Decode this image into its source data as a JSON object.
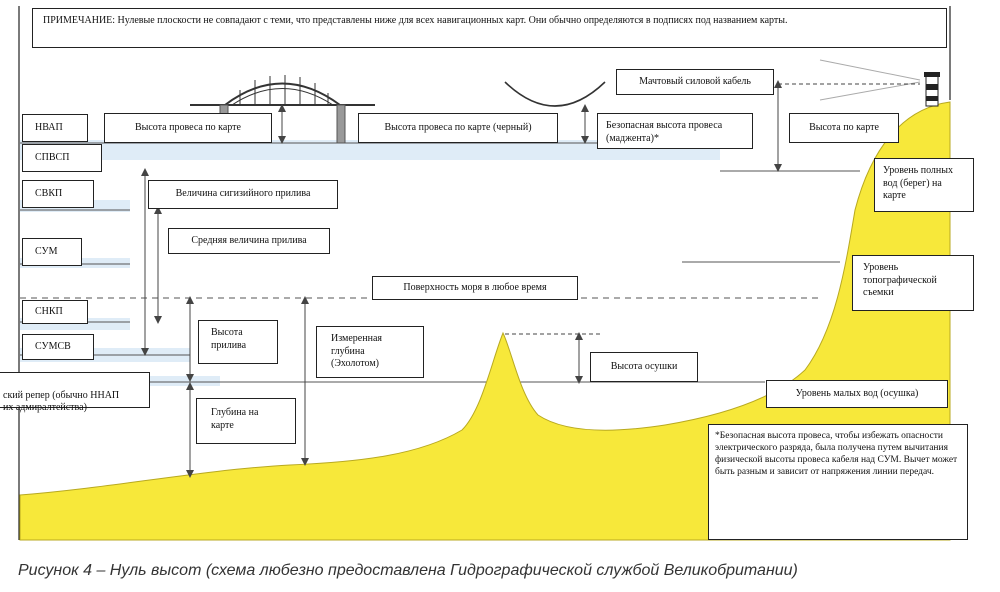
{
  "note": "ПРИМЕЧАНИЕ: Нулевые плоскости не совпадают с теми, что представлены ниже для всех навигационных карт. Они обычно определяются в подписях под названием карты.",
  "levels": {
    "hat": "НВАП",
    "mhws": "СПВСП",
    "mhwn": "СВКП",
    "msl": "СУМ",
    "mlwn": "СНКП",
    "mlws": "СУМСВ",
    "chart_datum": "ский репер (обычно ННАП\nих адмиралтейства)"
  },
  "labels": {
    "clearance_chart": "Высота провеса по карте",
    "clearance_chart_black": "Высота провеса по карте (черный)",
    "power_cable": "Мачтовый силовой кабель",
    "safe_clearance": "Безопасная высота провеса (маджента)*",
    "height_on_chart": "Высота по карте",
    "spring_range": "Величина сигизийного прилива",
    "mean_range": "Средняя величина прилива",
    "hw_shore": "Уровень полных вод (берег) на карте",
    "survey_level": "Уровень топографической съемки",
    "sea_surface": "Поверхность моря в любое время",
    "tide_height": "Высота прилива",
    "measured_depth": "Измеренная глубина (Эхолотом)",
    "drying_height": "Высота осушки",
    "low_water": "Уровень малых вод (осушка)",
    "charted_depth": "Глубина на карте",
    "footnote": "*Безопасная высота провеса, чтобы избежать опасности электрического разряда, была получена путем вычитания физической высоты провеса кабеля над СУМ. Вычет может быть разным и зависит от напряжения линии передач."
  },
  "caption": "Рисунок 4 – Нуль высот (схема любезно предоставлена Гидрографической службой Великобритании)",
  "colors": {
    "land": "#f7e83a",
    "water_band": "#d4e6f4",
    "line": "#333333",
    "arrow": "#444444"
  }
}
